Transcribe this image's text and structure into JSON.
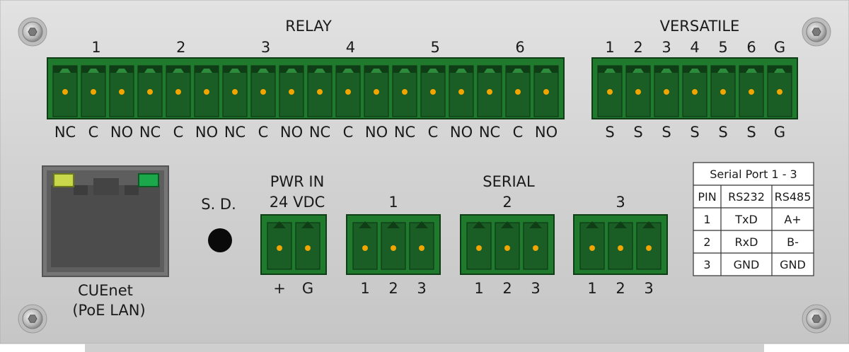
{
  "colors": {
    "panel": "#d4d4d4",
    "terminal_green": "#1f7a2e",
    "terminal_dark": "#0e3d16",
    "pin": "#f0a500",
    "led_yellow": "#c8d84a",
    "led_green": "#1aa84a",
    "jack_grey": "#6e6e6e"
  },
  "relay": {
    "title": "RELAY",
    "numbers": [
      "1",
      "2",
      "3",
      "4",
      "5",
      "6"
    ],
    "pin_labels": [
      "NC",
      "C",
      "NO",
      "NC",
      "C",
      "NO",
      "NC",
      "C",
      "NO",
      "NC",
      "C",
      "NO",
      "NC",
      "C",
      "NO",
      "NC",
      "C",
      "NO"
    ]
  },
  "versatile": {
    "title": "VERSATILE",
    "numbers": [
      "1",
      "2",
      "3",
      "4",
      "5",
      "6",
      "G"
    ],
    "pin_labels": [
      "S",
      "S",
      "S",
      "S",
      "S",
      "S",
      "G"
    ]
  },
  "lan": {
    "label_line1": "CUEnet",
    "label_line2": "(PoE LAN)"
  },
  "sd": {
    "label": "S. D."
  },
  "power": {
    "title_line1": "PWR IN",
    "title_line2": "24 VDC",
    "pin_labels": [
      "+",
      "G"
    ]
  },
  "serial": {
    "title": "SERIAL",
    "ports": [
      {
        "number": "1",
        "pins": [
          "1",
          "2",
          "3"
        ]
      },
      {
        "number": "2",
        "pins": [
          "1",
          "2",
          "3"
        ]
      },
      {
        "number": "3",
        "pins": [
          "1",
          "2",
          "3"
        ]
      }
    ]
  },
  "serial_table": {
    "title": "Serial Port 1 - 3",
    "headers": [
      "PIN",
      "RS232",
      "RS485"
    ],
    "rows": [
      [
        "1",
        "TxD",
        "A+"
      ],
      [
        "2",
        "RxD",
        "B-"
      ],
      [
        "3",
        "GND",
        "GND"
      ]
    ]
  },
  "screws": [
    "screw-top-left",
    "screw-top-right",
    "screw-bottom-left",
    "screw-bottom-right"
  ]
}
